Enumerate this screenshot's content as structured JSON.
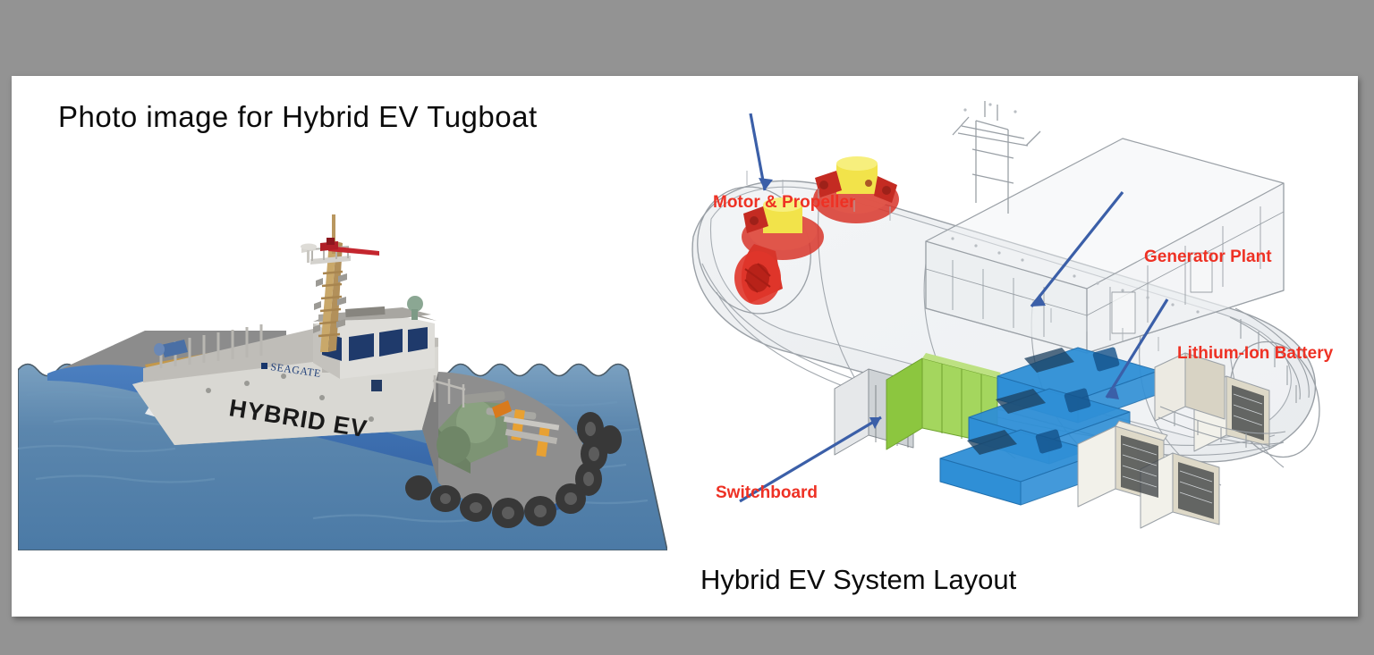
{
  "slide": {
    "background_color": "#939393",
    "surface_color": "#ffffff"
  },
  "left": {
    "title": "Photo  image  for  Hybrid  EV  Tugboat",
    "vessel": {
      "hull_name": "HYBRID EV",
      "brand_mark": "SEAGATE",
      "hull_color": "#3d6fb4",
      "deck_color": "#8c8c8c",
      "superstructure_color": "#d9d9d4",
      "mast_color": "#c9a86a",
      "radar_color": "#c4262e",
      "water_color": "#5b86ad",
      "fender_color": "#3a3a3a",
      "winch_color": "#7d9474"
    }
  },
  "right": {
    "caption": "Hybrid EV System Layout",
    "callout_color": "#ee3124",
    "leader_color": "#3b5fa8",
    "callouts": [
      {
        "id": "motor",
        "label": "Motor & Propeller"
      },
      {
        "id": "generator",
        "label": "Generator Plant"
      },
      {
        "id": "battery",
        "label": "Lithium-Ion Battery"
      },
      {
        "id": "switch",
        "label": "Switchboard"
      }
    ],
    "components": {
      "thruster_color": "#d8352a",
      "motor_can_color": "#f2e34a",
      "switchboard_color": "#8cc63f",
      "genset_color": "#2f8fd6",
      "battery_cabinet_color": "#ded9c8",
      "wireframe_color": "#9aa0a6"
    }
  }
}
